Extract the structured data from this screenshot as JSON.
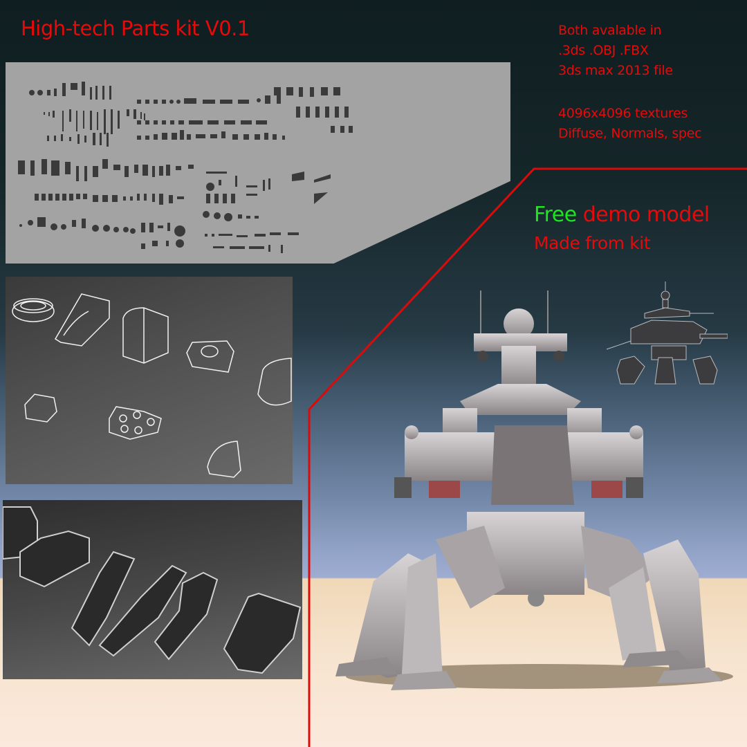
{
  "header": {
    "title": "High-tech Parts kit V0.1"
  },
  "info": {
    "lines_formats": [
      "Both avalable in",
      ".3ds .OBJ .FBX",
      "3ds max 2013 file"
    ],
    "lines_textures": [
      "4096x4096 textures",
      "Diffuse, Normals, spec"
    ]
  },
  "demo": {
    "free_label": "Free",
    "demo_label": "demo model",
    "made_label": "Made from kit"
  },
  "panels": {
    "kit_overview": "parts-kit-overview-render",
    "wireframe": "wireframe-parts-render",
    "textured": "textured-parts-render",
    "main_robot": "quad-leg-mech-render",
    "mini_robot": "mech-side-view-render"
  },
  "colors": {
    "accent_red": "#e80a0a",
    "accent_green": "#1ee61e",
    "background_dark": "#0f1e20",
    "ground": "#f7e4cf",
    "kit_panel": "#a3a3a3"
  }
}
